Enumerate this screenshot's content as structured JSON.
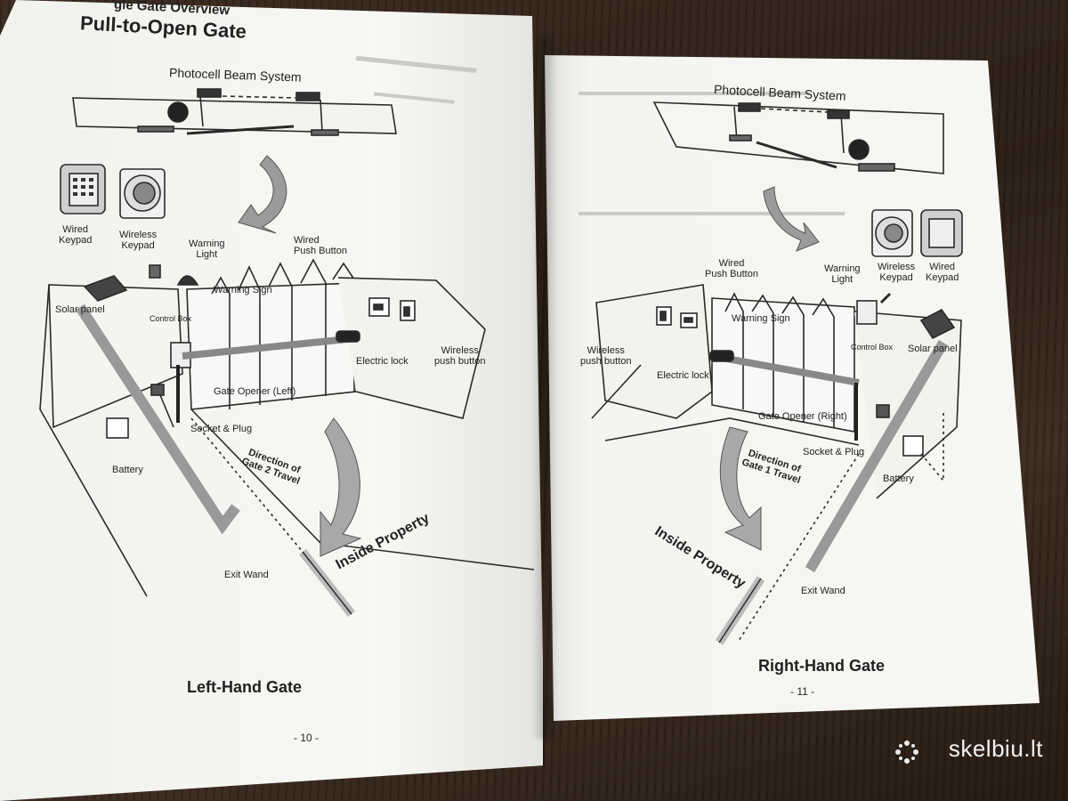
{
  "left_page": {
    "section_title": "gle Gate Overview",
    "title": "Pull-to-Open Gate",
    "labels": {
      "photocell": "Photocell Beam System",
      "wired_keypad": "Wired\nKeypad",
      "wireless_keypad": "Wireless\nKeypad",
      "warning_light": "Warning\nLight",
      "wired_push_button": "Wired\nPush Button",
      "solar_panel": "Solar panel",
      "control_box": "Control Box",
      "warning_sign": "Warning Sign",
      "wireless_push_button": "Wireless\npush button",
      "electric_lock": "Electric lock",
      "gate_opener": "Gate Opener (Left)",
      "socket_plug": "Socket & Plug",
      "battery": "Battery",
      "direction": "Direction of\nGate 2 Travel",
      "inside_property": "Inside Property",
      "exit_wand": "Exit Wand"
    },
    "caption": "Left-Hand Gate",
    "page_number": "- 10 -"
  },
  "right_page": {
    "labels": {
      "photocell": "Photocell Beam System",
      "wired_push_button": "Wired\nPush Button",
      "warning_light": "Warning\nLight",
      "wireless_keypad": "Wireless\nKeypad",
      "wired_keypad": "Wired\nKeypad",
      "warning_sign": "Warning Sign",
      "wireless_push_button": "Wireless\npush button",
      "control_box": "Control Box",
      "solar_panel": "Solar panel",
      "electric_lock": "Electric lock",
      "gate_opener": "Gate Opener (Right)",
      "socket_plug": "Socket & Plug",
      "battery": "Battery",
      "direction": "Direction of\nGate 1 Travel",
      "inside_property": "Inside Property",
      "exit_wand": "Exit Wand"
    },
    "caption": "Right-Hand Gate",
    "page_number": "- 11 -"
  },
  "watermark": "skelbiu.lt"
}
